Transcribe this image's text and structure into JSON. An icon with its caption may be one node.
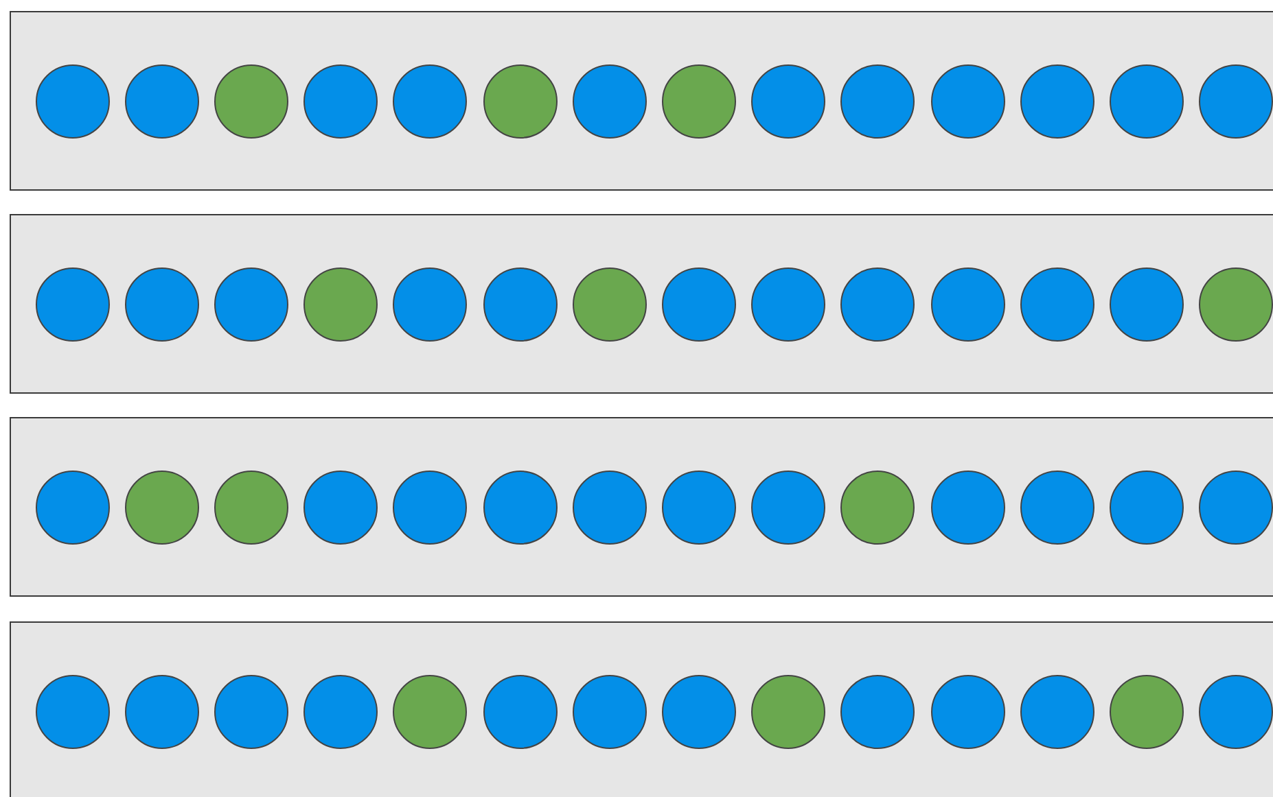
{
  "diagram": {
    "nodes": [
      {
        "text": [],
        "shape": "box"
      },
      {
        "text": [],
        "shape": "circle",
        "in": 0
      },
      {
        "text": [],
        "shape": "circle",
        "in": 0
      },
      {
        "text": [],
        "shape": "circle",
        "in": 0
      },
      {
        "text": [],
        "shape": "circle",
        "in": 0
      },
      {
        "text": [],
        "shape": "circle",
        "in": 0
      },
      {
        "text": [],
        "shape": "circle",
        "in": 0
      },
      {
        "text": [],
        "shape": "circle",
        "in": 0
      },
      {
        "text": [],
        "shape": "circle",
        "in": 0
      },
      {
        "text": [],
        "shape": "circle",
        "in": 0
      },
      {
        "text": [],
        "shape": "circle",
        "in": 0
      },
      {
        "text": [],
        "shape": "circle",
        "in": 0
      },
      {
        "text": [],
        "shape": "circle",
        "in": 0
      },
      {
        "text": [],
        "shape": "circle",
        "in": 0
      },
      {
        "text": [],
        "shape": "circle",
        "in": 0
      },
      {
        "text": [],
        "shape": "box"
      },
      {
        "text": [],
        "shape": "circle",
        "in": 15
      },
      {
        "text": [],
        "shape": "circle",
        "in": 15
      },
      {
        "text": [],
        "shape": "circle",
        "in": 15
      },
      {
        "text": [],
        "shape": "circle",
        "in": 15
      },
      {
        "text": [],
        "shape": "circle",
        "in": 15
      },
      {
        "text": [],
        "shape": "circle",
        "in": 15
      },
      {
        "text": [],
        "shape": "circle",
        "in": 15
      },
      {
        "text": [],
        "shape": "circle",
        "in": 15
      },
      {
        "text": [],
        "shape": "circle",
        "in": 15
      },
      {
        "text": [],
        "shape": "circle",
        "in": 15
      },
      {
        "text": [],
        "shape": "circle",
        "in": 15
      },
      {
        "text": [],
        "shape": "circle",
        "in": 15
      },
      {
        "text": [],
        "shape": "circle",
        "in": 15
      },
      {
        "text": [],
        "shape": "circle",
        "in": 15
      },
      {
        "text": [],
        "shape": "box"
      },
      {
        "text": [],
        "shape": "circle",
        "in": 30
      },
      {
        "text": [],
        "shape": "circle",
        "in": 30
      },
      {
        "text": [],
        "shape": "circle",
        "in": 30
      },
      {
        "text": [],
        "shape": "circle",
        "in": 30
      },
      {
        "text": [],
        "shape": "circle",
        "in": 30
      },
      {
        "text": [],
        "shape": "circle",
        "in": 30
      },
      {
        "text": [],
        "shape": "circle",
        "in": 30
      },
      {
        "text": [],
        "shape": "circle",
        "in": 30
      },
      {
        "text": [],
        "shape": "circle",
        "in": 30
      },
      {
        "text": [],
        "shape": "circle",
        "in": 30
      },
      {
        "text": [],
        "shape": "circle",
        "in": 30
      },
      {
        "text": [],
        "shape": "circle",
        "in": 30
      },
      {
        "text": [],
        "shape": "circle",
        "in": 30
      },
      {
        "text": [],
        "shape": "circle",
        "in": 30
      },
      {
        "text": [],
        "shape": "box"
      },
      {
        "text": [],
        "shape": "circle",
        "in": 45
      },
      {
        "text": [],
        "shape": "circle",
        "in": 45
      },
      {
        "text": [],
        "shape": "circle",
        "in": 45
      },
      {
        "text": [],
        "shape": "circle",
        "in": 45
      },
      {
        "text": [],
        "shape": "circle",
        "in": 45
      },
      {
        "text": [],
        "shape": "circle",
        "in": 45
      },
      {
        "text": [],
        "shape": "circle",
        "in": 45
      },
      {
        "text": [],
        "shape": "circle",
        "in": 45
      },
      {
        "text": [],
        "shape": "circle",
        "in": 45
      },
      {
        "text": [],
        "shape": "circle",
        "in": 45
      },
      {
        "text": [],
        "shape": "circle",
        "in": 45
      },
      {
        "text": [],
        "shape": "circle",
        "in": 45
      },
      {
        "text": [],
        "shape": "circle",
        "in": 45
      },
      {
        "text": [],
        "shape": "circle",
        "in": 45
      }
    ]
  }
}
